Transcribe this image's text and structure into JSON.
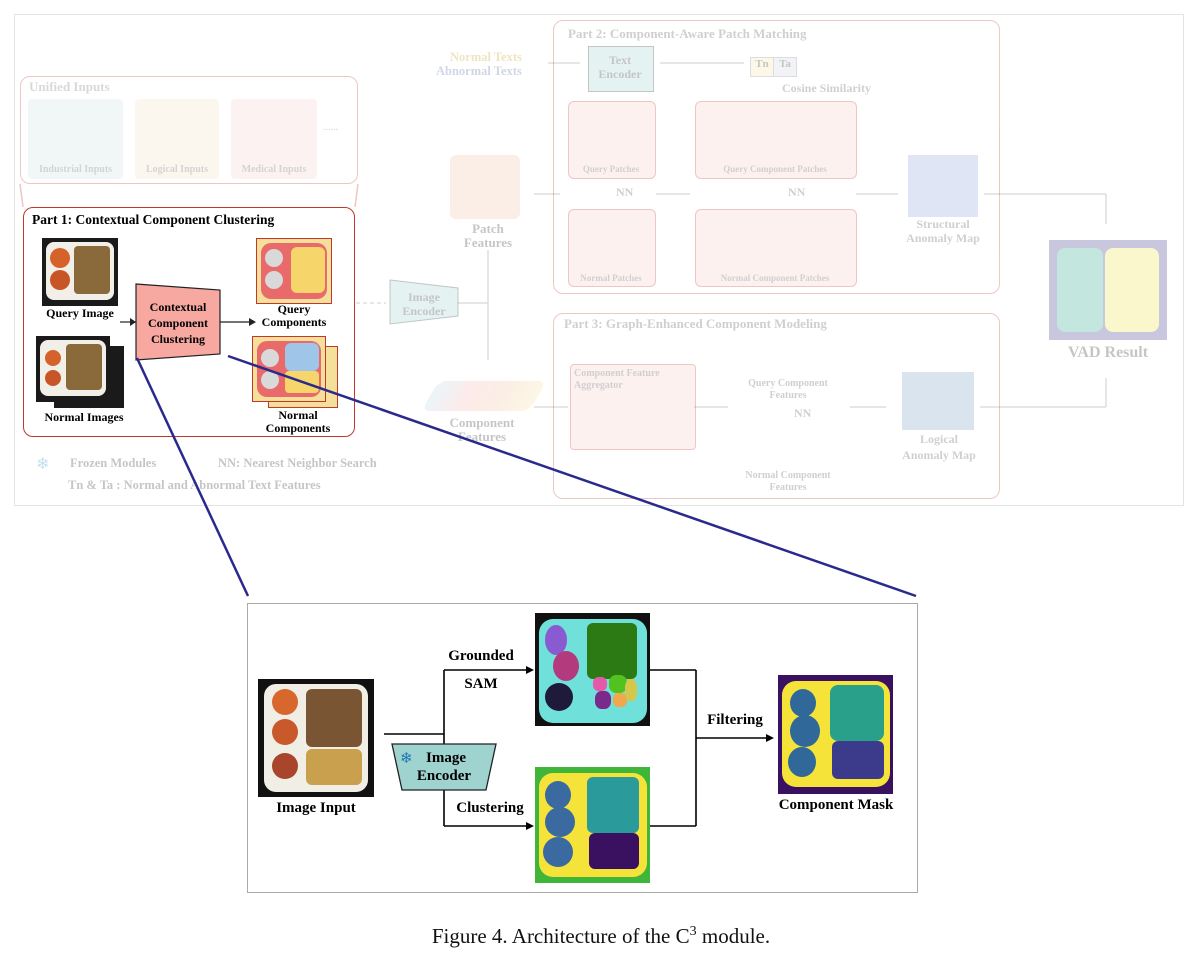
{
  "top": {
    "unified_inputs": {
      "title": "Unified Inputs",
      "groups": [
        "Industrial Inputs",
        "Logical Inputs",
        "Medical Inputs"
      ],
      "ellipsis": "......"
    },
    "part1": {
      "title": "Part 1: Contextual Component Clustering",
      "query_image": "Query Image",
      "normal_images": "Normal Images",
      "ccc_line1": "Contextual",
      "ccc_line2": "Component",
      "ccc_line3": "Clustering",
      "query_components_1": "Query",
      "query_components_2": "Components",
      "normal_components_1": "Normal",
      "normal_components_2": "Components"
    },
    "image_encoder_1": "Image",
    "image_encoder_2": "Encoder",
    "patch_features_1": "Patch",
    "patch_features_2": "Features",
    "component_features_1": "Component",
    "component_features_2": "Features",
    "part2": {
      "title": "Part 2: Component-Aware Patch Matching",
      "normal_texts": "Normal Texts",
      "abnormal_texts": "Abnormal Texts",
      "text_encoder_1": "Text",
      "text_encoder_2": "Encoder",
      "tn": "Tn",
      "ta": "Ta",
      "cosine": "Cosine Similarity",
      "query_patches": "Query Patches",
      "normal_patches": "Normal Patches",
      "query_component_patches": "Query Component Patches",
      "normal_component_patches": "Normal Component Patches",
      "nn1": "NN",
      "nn2": "NN",
      "structural_1": "Structural",
      "structural_2": "Anomaly Map"
    },
    "part3": {
      "title": "Part 3: Graph-Enhanced Component Modeling",
      "aggregator_1": "Component Feature",
      "aggregator_2": "Aggregator",
      "query_cf_1": "Query Component",
      "query_cf_2": "Features",
      "nn": "NN",
      "normal_cf_1": "Normal Component",
      "normal_cf_2": "Features",
      "logical_1": "Logical",
      "logical_2": "Anomaly Map"
    },
    "vad_result": "VAD Result",
    "legend": {
      "frozen": "Frozen Modules",
      "nn": "NN:  Nearest Neighbor Search",
      "tnta": "Tn & Ta :    Normal and Abnormal Text Features"
    }
  },
  "zoom": {
    "image_input": "Image Input",
    "grounded_1": "Grounded",
    "grounded_2": "SAM",
    "image_encoder_1": "Image",
    "image_encoder_2": "Encoder",
    "clustering": "Clustering",
    "filtering": "Filtering",
    "component_mask": "Component Mask"
  },
  "caption": {
    "prefix": "Figure 4. Architecture of the C",
    "sup": "3",
    "suffix": " module."
  },
  "colors": {
    "part_border": "#c0392b",
    "zoom_line": "#2a2a8c",
    "teal": "#9fd3d0",
    "pink_fill": "#fbd0cc",
    "ccc_fill": "#f7a8a0"
  }
}
